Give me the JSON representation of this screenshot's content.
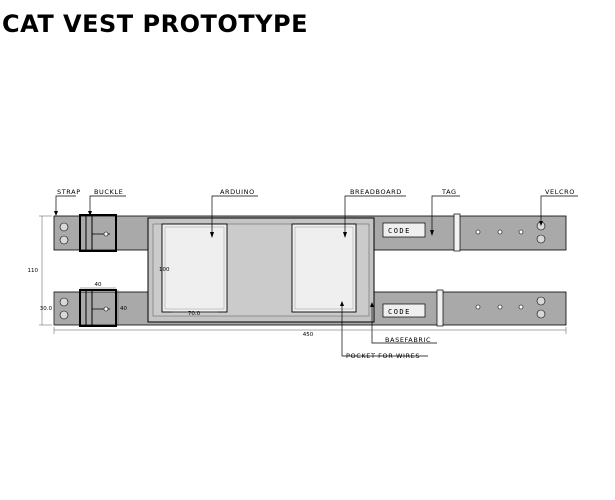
{
  "title": "CAT VEST PROTOTYPE",
  "labels": {
    "strap": "STRAP",
    "buckle": "BUCKLE",
    "arduino": "ARDUINO",
    "breadboard": "BREADBOARD",
    "tag": "TAG",
    "velcro": "VELCRO",
    "basefabric": "BASEFABRIC",
    "pocket": "POCKET FOR WIRES"
  },
  "tags": {
    "top": "CODE",
    "bottom": "CODE"
  },
  "dimensions": {
    "total_height": "110",
    "strap_height": "30.0",
    "buckle_width": "40",
    "buckle_height": "40",
    "board_height": "100",
    "board_width": "70.0",
    "total_length": "450"
  },
  "colors": {
    "strap": "#a9a9a9",
    "base_fabric": "#c4c4c4",
    "board": "#efefef",
    "outline": "#000000"
  }
}
